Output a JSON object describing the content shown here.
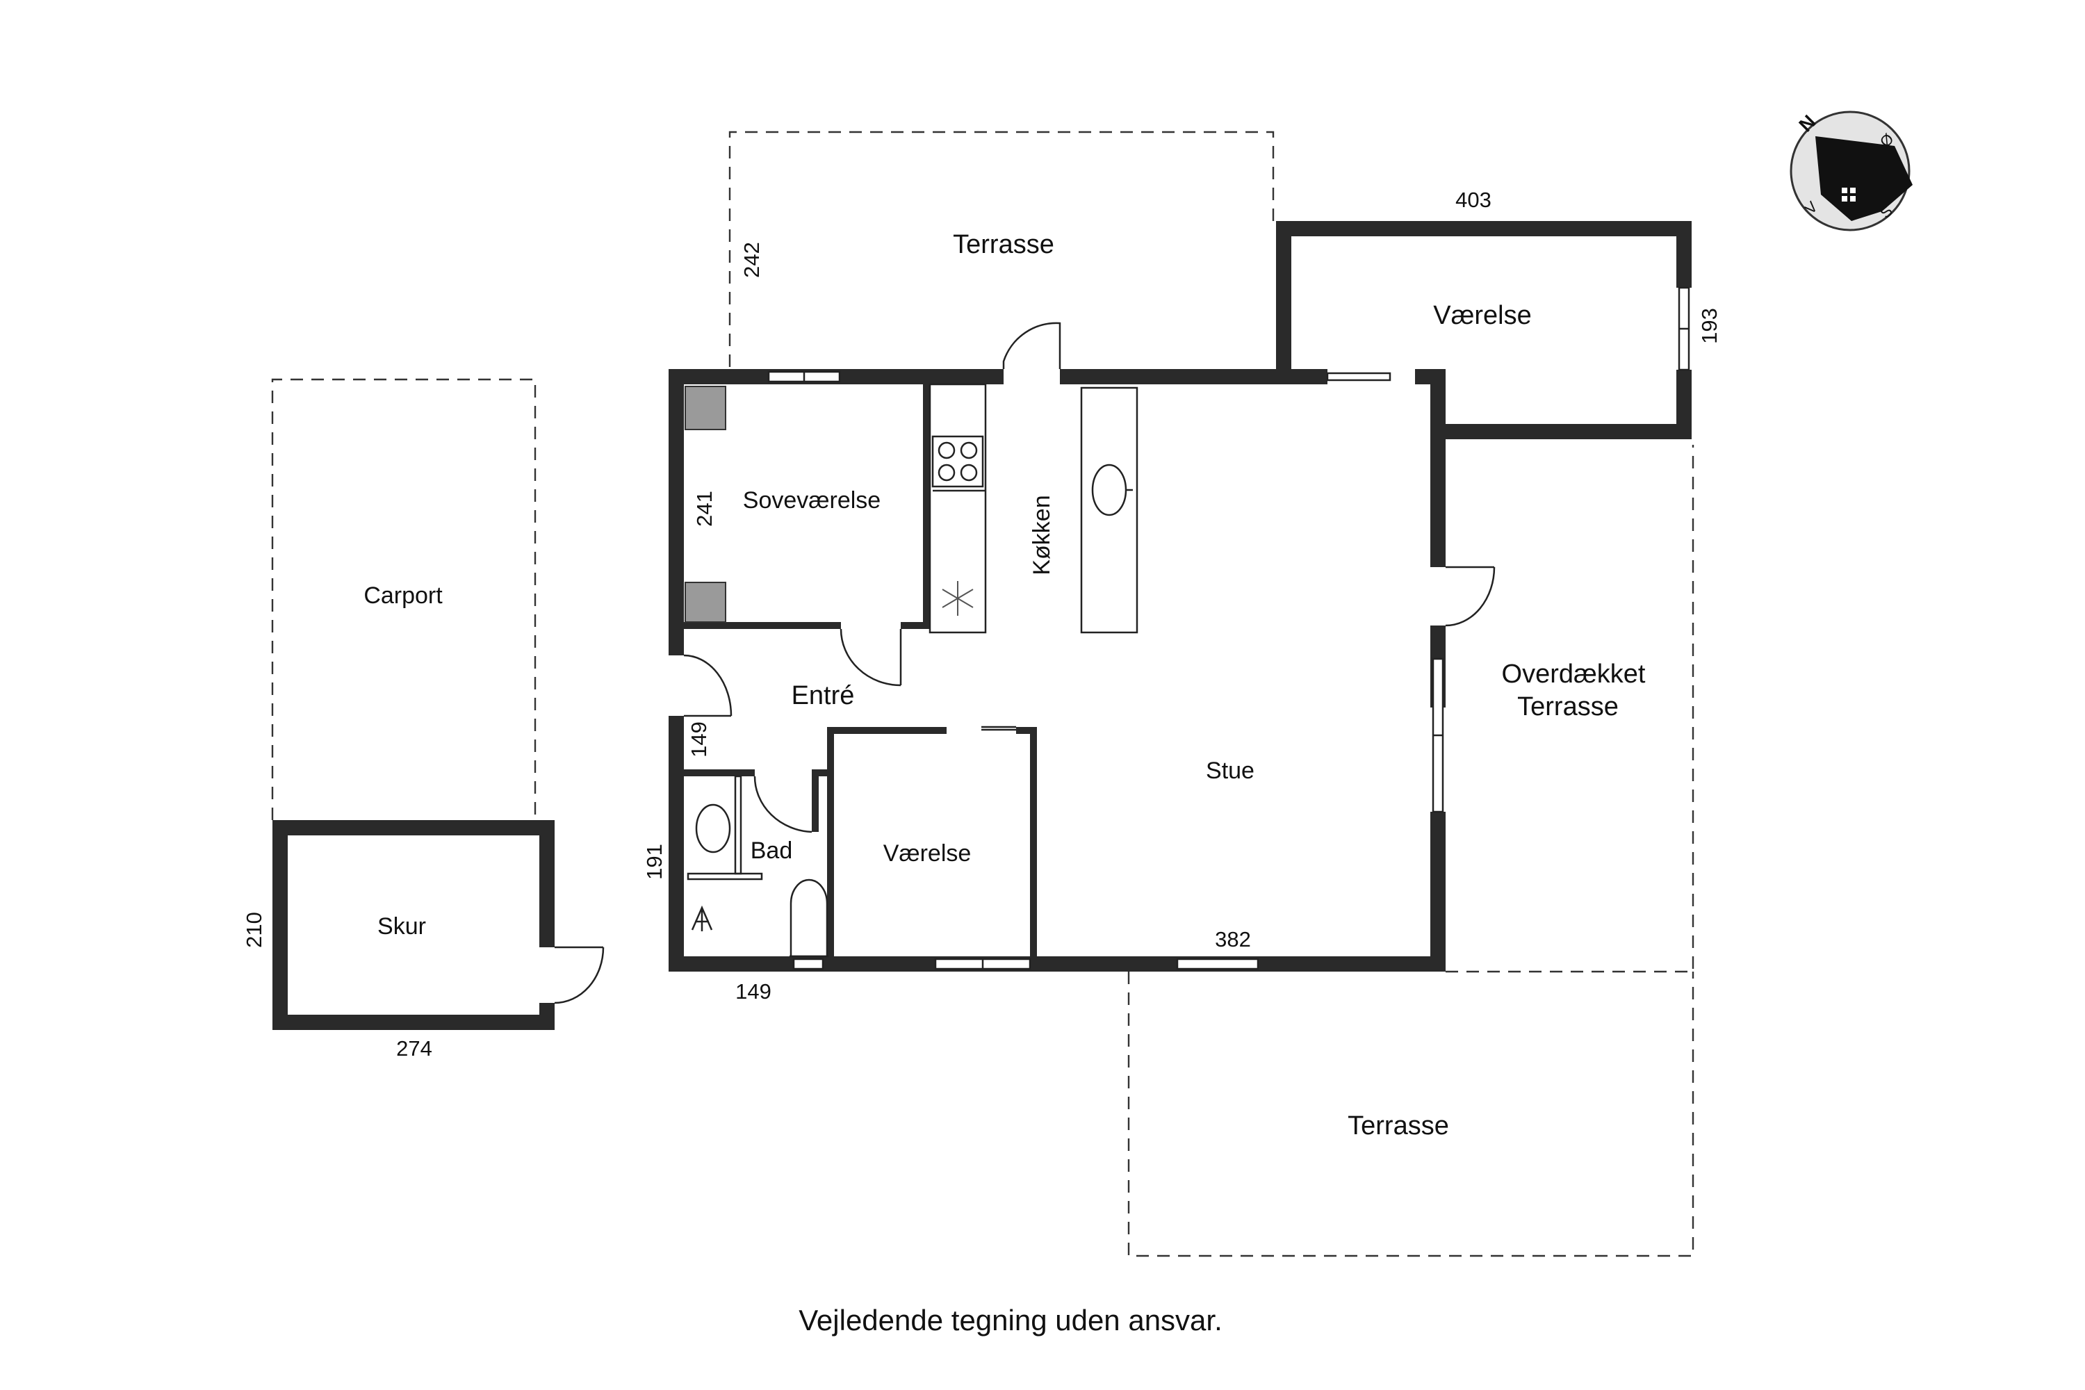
{
  "rooms": {
    "terrace_north": "Terrasse",
    "vaerelse_ne": "Værelse",
    "sovevaerelse": "Soveværelse",
    "koekken": "Køkken",
    "entre": "Entré",
    "carport": "Carport",
    "overdaekket_line1": "Overdækket",
    "overdaekket_line2": "Terrasse",
    "stue": "Stue",
    "bad": "Bad",
    "vaerelse_center": "Værelse",
    "skur": "Skur",
    "terrace_south": "Terrasse"
  },
  "dimensions": {
    "d403": "403",
    "d242": "242",
    "d193": "193",
    "d241": "241",
    "d149_left": "149",
    "d191": "191",
    "d149_bottom": "149",
    "d382": "382",
    "d210": "210",
    "d274": "274"
  },
  "compass": {
    "north": "N",
    "east": "Ø",
    "south": "S",
    "west": "V"
  },
  "footer": "Vejledende tegning uden ansvar."
}
